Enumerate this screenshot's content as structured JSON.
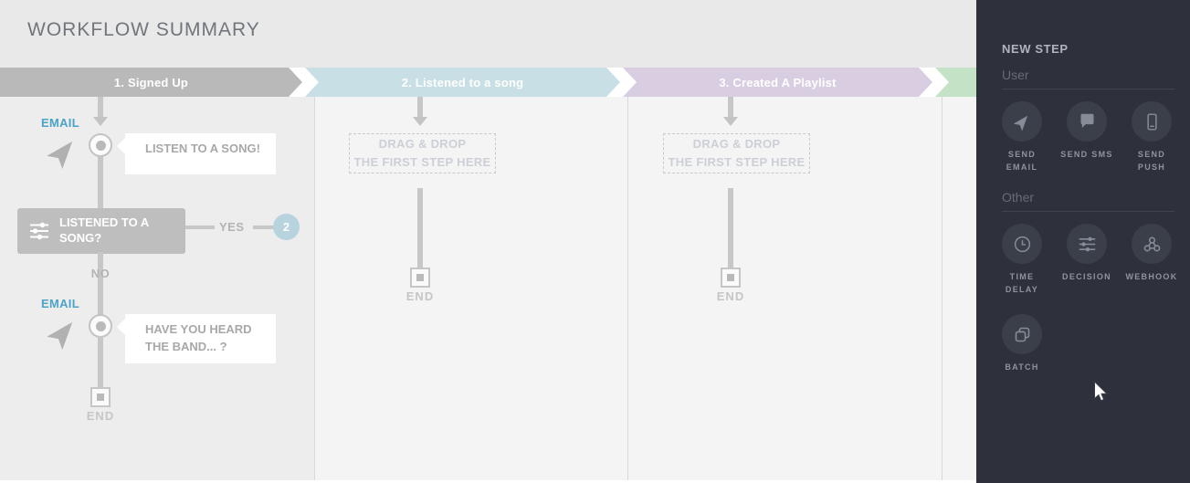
{
  "app": {
    "title": "WORKFLOW SUMMARY"
  },
  "columns": [
    {
      "label": "1. Signed Up"
    },
    {
      "label": "2. Listened to a song",
      "dropzone_line1": "DRAG & DROP",
      "dropzone_line2": "THE FIRST STEP HERE",
      "end_label": "END"
    },
    {
      "label": "3. Created A Playlist",
      "dropzone_line1": "DRAG & DROP",
      "dropzone_line2": "THE FIRST STEP HERE",
      "end_label": "END"
    },
    {
      "label": ""
    }
  ],
  "workflow": {
    "email_step_1": {
      "channel_label": "EMAIL",
      "bubble_text": "LISTEN TO A SONG!"
    },
    "decision_step": {
      "label": "LISTENED TO A SONG?",
      "yes_label": "YES",
      "yes_badge": "2",
      "no_label": "NO"
    },
    "email_step_2": {
      "channel_label": "EMAIL",
      "bubble_text": "HAVE YOU HEARD THE BAND... ?"
    },
    "end_label": "END"
  },
  "sidebar": {
    "title": "NEW STEP",
    "sections": [
      {
        "label": "User",
        "items": [
          {
            "label": "SEND EMAIL",
            "icon": "send-email-icon"
          },
          {
            "label": "SEND SMS",
            "icon": "send-sms-icon"
          },
          {
            "label": "SEND PUSH",
            "icon": "send-push-icon"
          }
        ]
      },
      {
        "label": "Other",
        "items": [
          {
            "label": "TIME DELAY",
            "icon": "time-delay-icon"
          },
          {
            "label": "DECISION",
            "icon": "decision-icon"
          },
          {
            "label": "WEBHOOK",
            "icon": "webhook-icon"
          },
          {
            "label": "BATCH",
            "icon": "batch-icon"
          }
        ]
      }
    ]
  },
  "colors": {
    "header_signed_up": "#b9b9ba",
    "header_listened": "#c8dfe5",
    "header_playlist": "#d9cde2",
    "header_next": "#c4e2c5",
    "email_accent": "#4ba3c7",
    "yes_badge_bg": "#b7d3de",
    "decision_box_bg": "#bebebe",
    "sidebar_bg": "#2e313b",
    "topbar_bg": "#e9e9ea",
    "canvas_bg": "#f4f4f5"
  }
}
